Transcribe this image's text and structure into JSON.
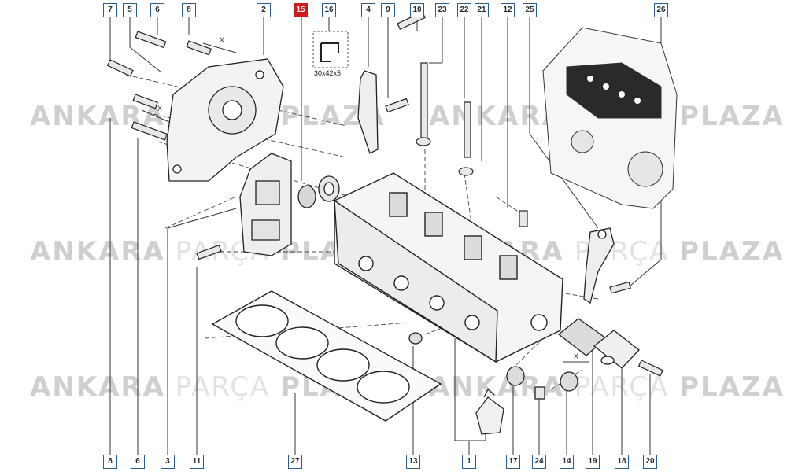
{
  "watermark": {
    "brand": "ANKARA",
    "mid": "PARÇA",
    "end": "PLAZA"
  },
  "seal_spec": "30x42x5",
  "highlight_color": "#d21a1a",
  "callout_color": "#2b5c8a",
  "top_callouts": [
    "7",
    "5",
    "6",
    "8",
    "2",
    "15",
    "16",
    "4",
    "9",
    "10",
    "23",
    "22",
    "21",
    "12",
    "25",
    "26"
  ],
  "bottom_callouts": [
    "8",
    "6",
    "3",
    "11",
    "27",
    "13",
    "1",
    "17",
    "24",
    "14",
    "19",
    "18",
    "20"
  ],
  "highlighted": "15",
  "x_mark": "X"
}
